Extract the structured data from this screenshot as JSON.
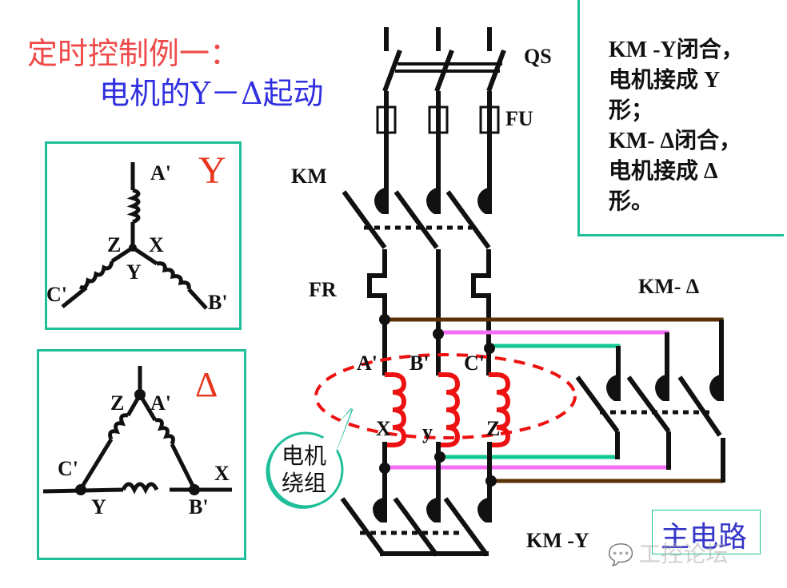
{
  "title": {
    "line1": "定时控制例一：",
    "line2": "电机的Y－Δ起动"
  },
  "note": {
    "text": "KM -Y闭合，\n电机接成 Y\n形；\nKM- Δ闭合，\n电机接成 Δ\n形。"
  },
  "star_diagram": {
    "symbol": "Y",
    "labels": {
      "a": "A'",
      "b": "B'",
      "c": "C'",
      "x": "X",
      "y": "Y",
      "z": "Z"
    }
  },
  "delta_diagram": {
    "symbol": "Δ",
    "labels": {
      "a": "A'",
      "b": "B'",
      "c": "C'",
      "x": "X",
      "y": "Y",
      "z": "Z"
    }
  },
  "circuit": {
    "qs": "QS",
    "fu": "FU",
    "km": "KM",
    "fr": "FR",
    "km_delta": "KM- Δ",
    "km_y": "KM -Y",
    "terminals": {
      "a": "A'",
      "b": "B'",
      "c": "C'",
      "x": "X",
      "y": "y",
      "z": "Z"
    },
    "callout": "电机\n绕组",
    "main_circuit_label": "主电路"
  },
  "colors": {
    "title_red": "#ef4a4a",
    "title_blue": "#3030e0",
    "frame_teal": "#1fbf9a",
    "wire_brown": "#5a3206",
    "wire_pink": "#f46ef4",
    "wire_teal": "#12c894",
    "coil_red": "#ee1111"
  },
  "watermark": "工控论坛"
}
